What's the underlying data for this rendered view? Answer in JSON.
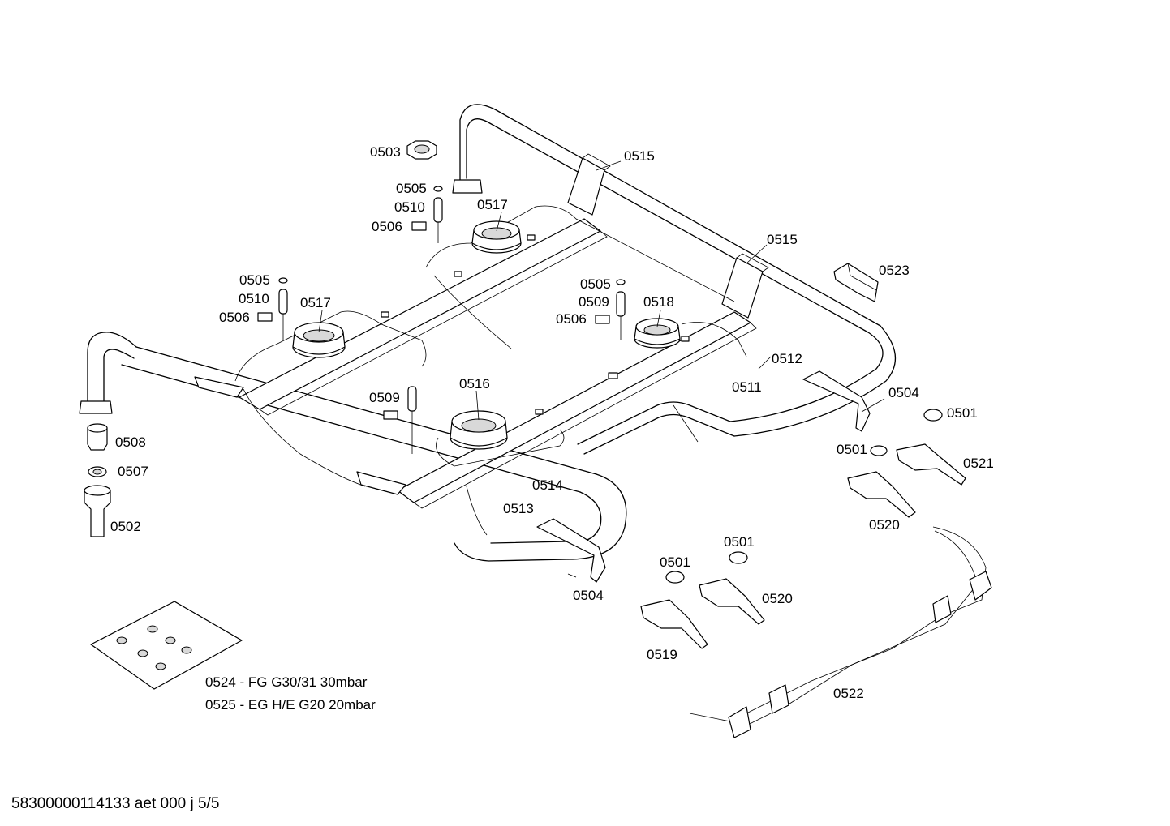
{
  "labels": {
    "p0503": "0503",
    "p0505_a": "0505",
    "p0510_a": "0510",
    "p0506_a": "0506",
    "p0517_a": "0517",
    "p0515_a": "0515",
    "p0515_b": "0515",
    "p0523": "0523",
    "p0505_b": "0505",
    "p0510_b": "0510",
    "p0506_b": "0506",
    "p0517_b": "0517",
    "p0505_c": "0505",
    "p0509_a": "0509",
    "p0506_c": "0506",
    "p0518": "0518",
    "p0512": "0512",
    "p0511": "0511",
    "p0516": "0516",
    "p0509_b": "0509",
    "p0508": "0508",
    "p0507": "0507",
    "p0502": "0502",
    "p0504_a": "0504",
    "p0504_b": "0504",
    "p0501_a": "0501",
    "p0501_b": "0501",
    "p0501_c": "0501",
    "p0501_d": "0501",
    "p0521": "0521",
    "p0520_a": "0520",
    "p0520_b": "0520",
    "p0519": "0519",
    "p0514": "0514",
    "p0513": "0513",
    "p0522": "0522"
  },
  "kit": {
    "line1": "0524 - FG G30/31 30mbar",
    "line2": "0525 - EG H/E G20 20mbar"
  },
  "footer": {
    "doc_id": "58300000114133 aet 000 j 5/5"
  }
}
